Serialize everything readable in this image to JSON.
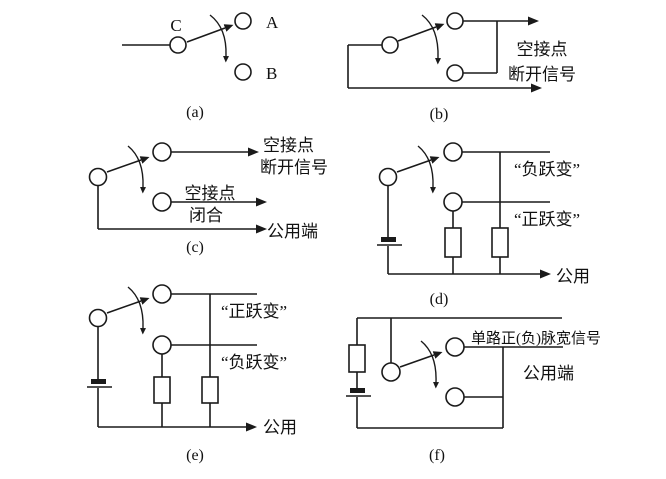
{
  "figure": {
    "background": "#ffffff",
    "line_color": "#1a1a1a",
    "panels": {
      "a": {
        "caption": "(a)",
        "pole_label": "C",
        "upper_label": "A",
        "lower_label": "B"
      },
      "b": {
        "caption": "(b)",
        "note_line1": "空接点",
        "note_line2": "断开信号"
      },
      "c": {
        "caption": "(c)",
        "upper_note_line1": "空接点",
        "upper_note_line2": "断开信号",
        "lower_note_above": "空接点",
        "lower_note_below": "闭合",
        "common_note": "公用端"
      },
      "d": {
        "caption": "(d)",
        "upper_note": "“负跃变”",
        "lower_note": "“正跃变”",
        "common_note": "公用"
      },
      "e": {
        "caption": "(e)",
        "upper_note": "“正跃变”",
        "lower_note": "“负跃变”",
        "common_note": "公用"
      },
      "f": {
        "caption": "(f)",
        "signal_note": "单路正(负)脉宽信号",
        "common_note": "公用端"
      }
    }
  }
}
